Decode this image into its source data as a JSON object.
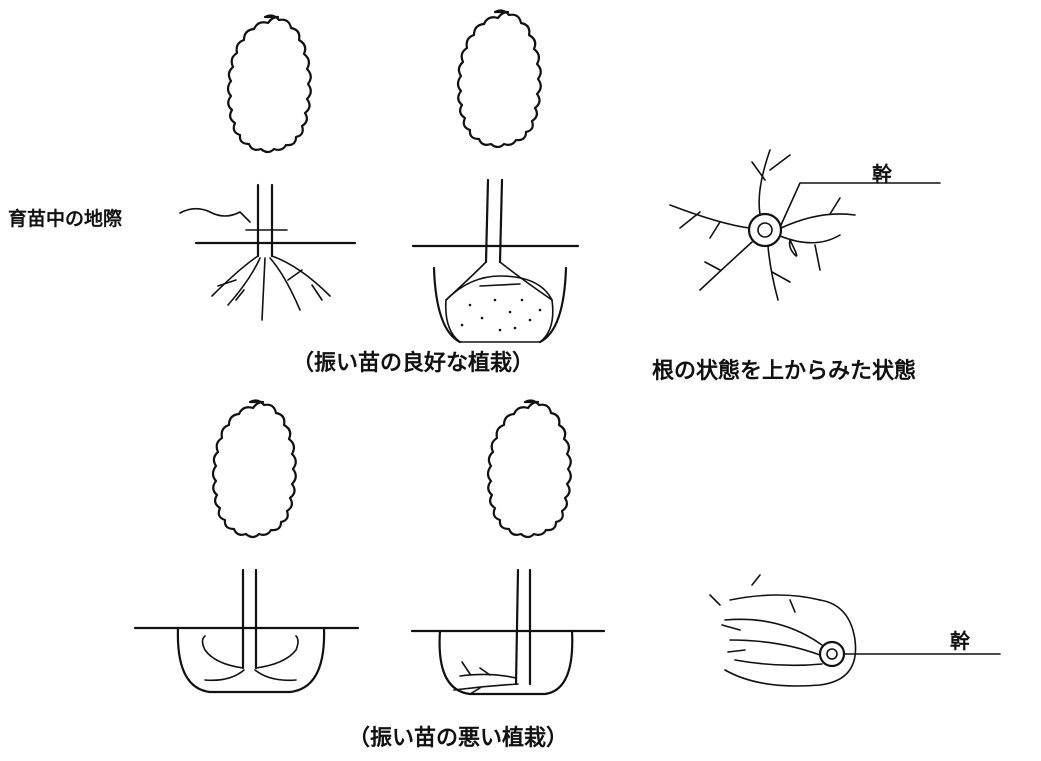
{
  "labels": {
    "ground_line_label": "育苗中の地際",
    "good_caption": "（振い苗の良好な植栽）",
    "bad_caption": "（振い苗の悪い植栽）",
    "top_view_caption": "根の状態を上からみた状態",
    "trunk_label_top": "幹",
    "trunk_label_bottom": "幹"
  }
}
